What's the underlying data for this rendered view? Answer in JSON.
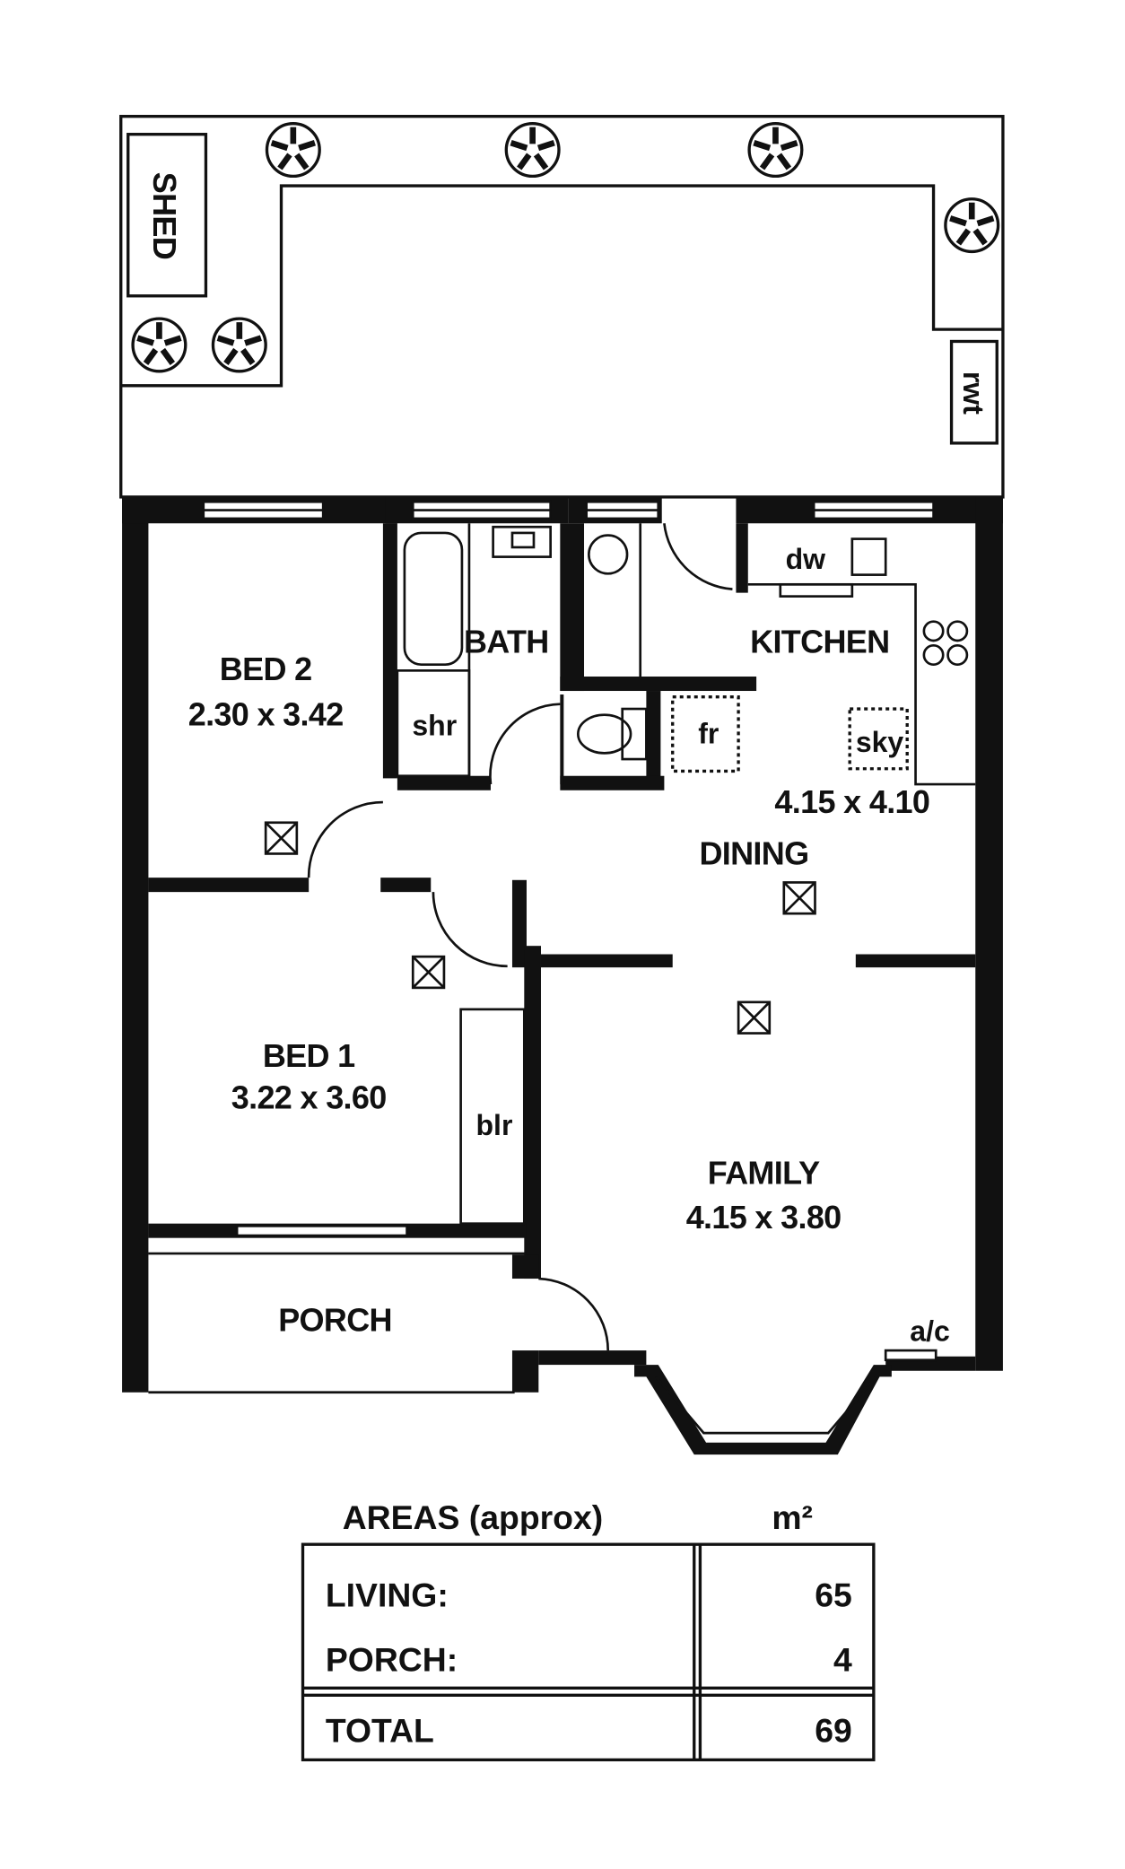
{
  "outdoor": {
    "shed": "SHED",
    "rwt": "rwt"
  },
  "rooms": {
    "bed2": {
      "name": "BED 2",
      "size": "2.30 x 3.42"
    },
    "bath": {
      "name": "BATH",
      "shower": "shr"
    },
    "kitchen": {
      "name": "KITCHEN",
      "dishwasher": "dw",
      "fridge": "fr",
      "skylight": "sky",
      "size": "4.15 x 4.10"
    },
    "dining": {
      "name": "DINING"
    },
    "bed1": {
      "name": "BED 1",
      "size": "3.22 x 3.60",
      "boiler": "blr"
    },
    "family": {
      "name": "FAMILY",
      "size": "4.15 x 3.80",
      "ac": "a/c"
    },
    "porch": {
      "name": "PORCH"
    }
  },
  "areas": {
    "title": "AREAS (approx)",
    "unit": "m²",
    "rows": [
      {
        "label": "LIVING:",
        "value": "65"
      },
      {
        "label": "PORCH:",
        "value": "4"
      }
    ],
    "total": {
      "label": "TOTAL",
      "value": "69"
    }
  }
}
